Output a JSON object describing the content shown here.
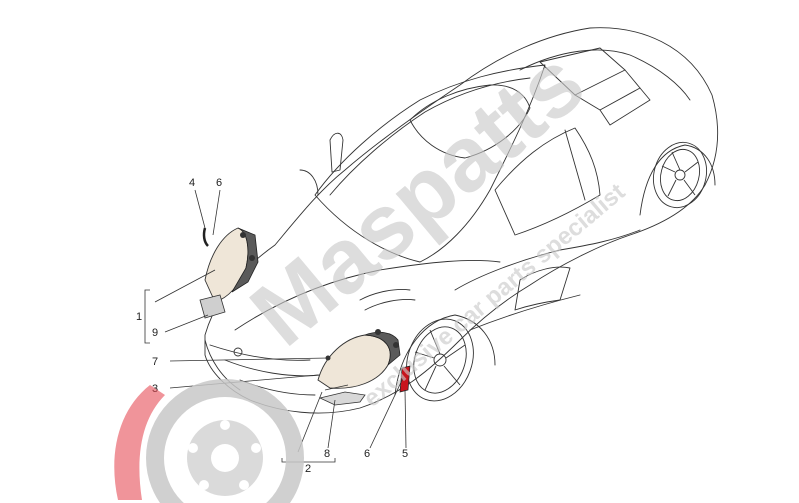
{
  "callouts": [
    {
      "id": "c4",
      "text": "4"
    },
    {
      "id": "c6a",
      "text": "6"
    },
    {
      "id": "c1",
      "text": "1"
    },
    {
      "id": "c9",
      "text": "9"
    },
    {
      "id": "c7",
      "text": "7"
    },
    {
      "id": "c3",
      "text": "3"
    },
    {
      "id": "c8",
      "text": "8"
    },
    {
      "id": "c2",
      "text": "2"
    },
    {
      "id": "c6b",
      "text": "6"
    },
    {
      "id": "c5",
      "text": "5"
    }
  ],
  "watermark": {
    "brand": "Maspatts",
    "tagline": "exclusive car parts specialist"
  },
  "colors": {
    "line": "#333333",
    "lens": "#efe6d8",
    "accent_red": "#c8141c",
    "watermark_gray": "#c8c8c8",
    "watermark_red": "#e64a55"
  }
}
